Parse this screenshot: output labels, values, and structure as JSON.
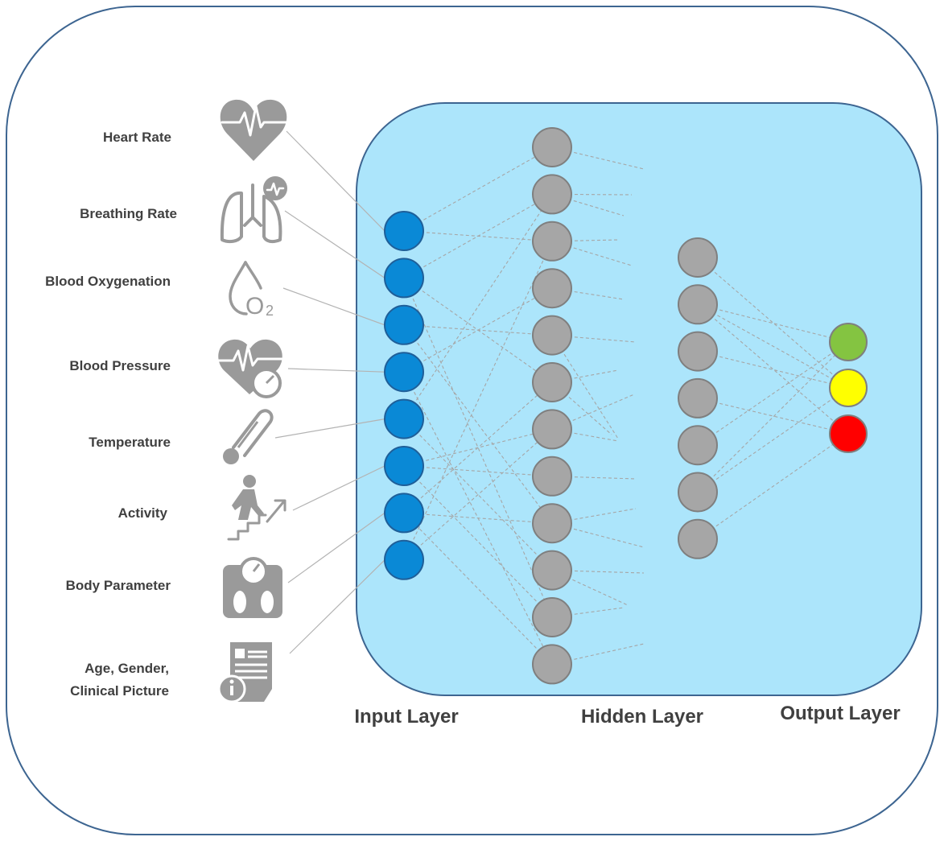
{
  "features": [
    {
      "label": "Heart Rate",
      "icon": "heart-rate-icon"
    },
    {
      "label": "Breathing Rate",
      "icon": "lungs-icon"
    },
    {
      "label": "Blood Oxygenation",
      "icon": "oxygen-drop-icon"
    },
    {
      "label": "Blood Pressure",
      "icon": "blood-pressure-icon"
    },
    {
      "label": "Temperature",
      "icon": "thermometer-icon"
    },
    {
      "label": "Activity",
      "icon": "activity-icon"
    },
    {
      "label": "Body Parameter",
      "icon": "scale-icon"
    },
    {
      "label_lines": [
        "Age, Gender,",
        "Clinical Picture"
      ],
      "icon": "clinical-record-icon"
    }
  ],
  "oxygen_symbol": "O",
  "oxygen_subscript": "2",
  "layers": {
    "input": {
      "label": "Input Layer",
      "node_count": 8,
      "color": "#0a89d6"
    },
    "hidden": {
      "label": "Hidden Layer",
      "node_counts": [
        12,
        7
      ],
      "color": "#a6a6a6"
    },
    "output": {
      "label": "Output Layer",
      "colors": [
        "#84c441",
        "#ffff00",
        "#ff0000"
      ]
    }
  },
  "colors": {
    "frame": "#3d6591",
    "network_panel": "#ace5fb",
    "node_stroke": "#7f7f7f",
    "text": "#404040",
    "icon": "#9a9a9a"
  }
}
